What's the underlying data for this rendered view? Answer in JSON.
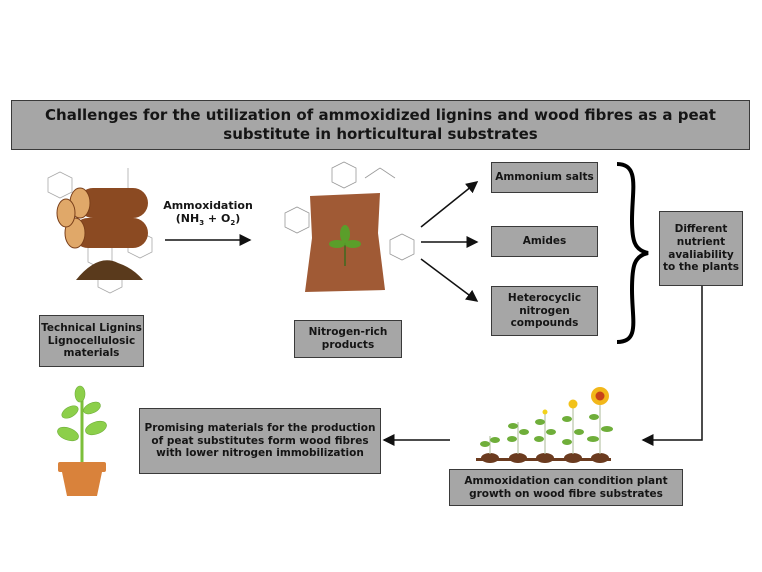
{
  "title": "Challenges for the utilization of ammoxidized lignins and wood fibres as a peat substitute in horticultural substrates",
  "reaction": {
    "label": "Ammoxidation",
    "formula_prefix": "(NH",
    "formula_sub1": "3",
    "formula_mid": " + O",
    "formula_sub2": "2",
    "formula_suffix": ")"
  },
  "nodes": {
    "lignin": [
      "Technical Lignins",
      "Lignocellulosic",
      "materials"
    ],
    "nitrogen_rich": [
      "Nitrogen-rich",
      "products"
    ],
    "ammonium_salts": "Ammonium salts",
    "amides": "Amides",
    "heterocyclic": [
      "Heterocyclic",
      "nitrogen",
      "compounds"
    ],
    "nutrient": [
      "Different",
      "nutrient",
      "avaliability",
      "to the plants"
    ],
    "condition": [
      "Ammoxidation can condition plant",
      "growth on wood fibre substrates"
    ],
    "promising": [
      "Promising materials for the production",
      "of peat substitutes form wood fibres",
      "with lower nitrogen immobilization"
    ]
  },
  "illustrations": {
    "wood_logs": "wood-logs-with-lignin-structure",
    "fertilizer_bag": "fertilizer-bag-with-leaf",
    "plant_growth": "plant-growth-stages-sunflower",
    "potted_plant": "potted-plant"
  },
  "colors": {
    "box_fill": "#a6a6a6",
    "box_border": "#3a3a3a",
    "text": "#151515",
    "wood": "#8b4a22",
    "bag": "#a05a35",
    "leaf": "#7cbf3a",
    "pot": "#d9823b",
    "sunflower": "#f2b71a"
  }
}
